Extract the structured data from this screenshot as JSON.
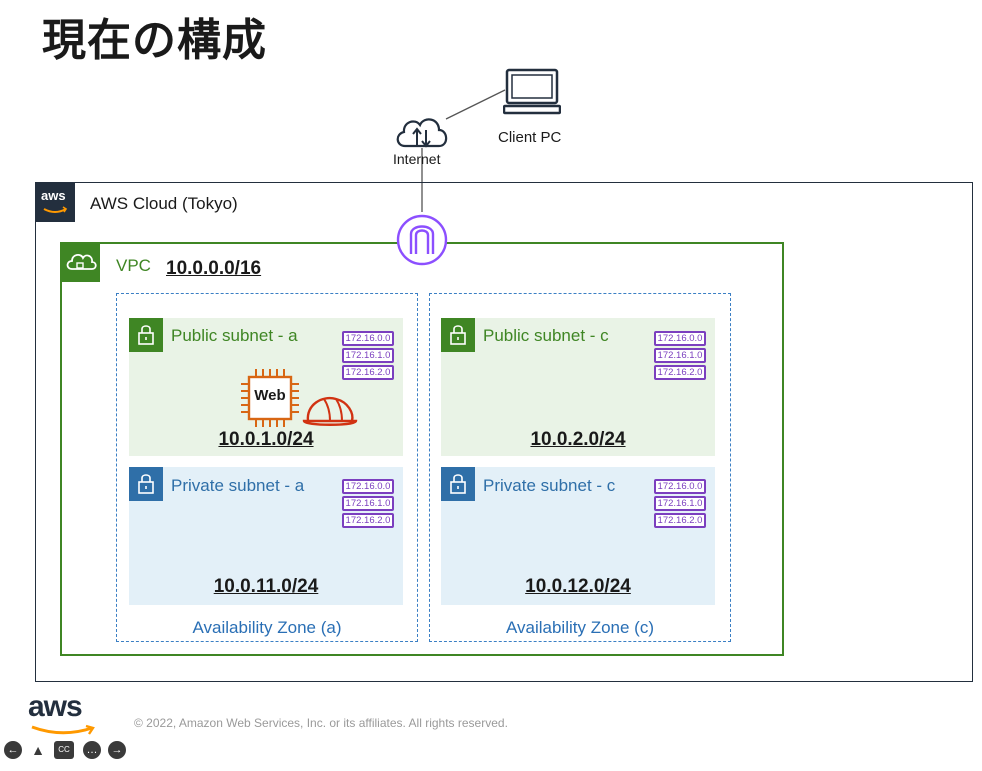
{
  "title": "現在の構成",
  "client": {
    "label": "Client PC"
  },
  "internet": {
    "label": "Internet"
  },
  "cloud": {
    "label": "AWS Cloud (Tokyo)",
    "badge_text": "aws"
  },
  "vpc": {
    "label": "VPC",
    "cidr": "10.0.0.0/16"
  },
  "zones": [
    {
      "label": "Availability Zone (a)",
      "public_subnet": {
        "label": "Public subnet - a",
        "cidr": "10.0.1.0/24",
        "routes": [
          "172.16.0.0",
          "172.16.1.0",
          "172.16.2.0"
        ]
      },
      "private_subnet": {
        "label": "Private subnet - a",
        "cidr": "10.0.11.0/24",
        "routes": [
          "172.16.0.0",
          "172.16.1.0",
          "172.16.2.0"
        ]
      }
    },
    {
      "label": "Availability Zone (c)",
      "public_subnet": {
        "label": "Public subnet - c",
        "cidr": "10.0.2.0/24",
        "routes": [
          "172.16.0.0",
          "172.16.1.0",
          "172.16.2.0"
        ]
      },
      "private_subnet": {
        "label": "Private subnet - c",
        "cidr": "10.0.12.0/24",
        "routes": [
          "172.16.0.0",
          "172.16.1.0",
          "172.16.2.0"
        ]
      }
    }
  ],
  "web_server": {
    "label": "Web"
  },
  "footer": {
    "copyright": "© 2022, Amazon Web Services, Inc. or its affiliates. All rights reserved.",
    "logo_text": "aws"
  },
  "colors": {
    "vpc_green": "#3f8624",
    "private_blue": "#2f6fa8",
    "route_purple": "#7b3fbf",
    "ec2_orange": "#d86613",
    "helmet_red": "#d13212"
  },
  "icons": [
    "client-pc-icon",
    "internet-cloud-icon",
    "internet-gateway-icon",
    "ec2-chip-icon",
    "helmet-icon",
    "lock-icon",
    "vpc-cloud-icon"
  ]
}
